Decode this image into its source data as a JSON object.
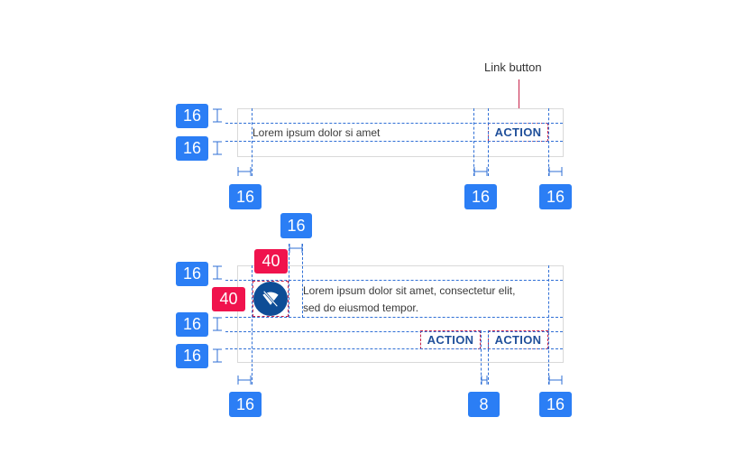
{
  "callout": {
    "label": "Link button"
  },
  "card1": {
    "text": "Lorem ipsum dolor si amet",
    "action_label": "ACTION",
    "spacing": {
      "top": "16",
      "bottom": "16",
      "left": "16",
      "gap": "16",
      "right": "16"
    }
  },
  "card2": {
    "text_line1": "Lorem ipsum dolor sit amet, consectetur elit,",
    "text_line2": "sed do eiusmod tempor.",
    "action1_label": "ACTION",
    "action2_label": "ACTION",
    "avatar": {
      "icon": "wifi-off-icon",
      "width": "40",
      "height": "40"
    },
    "spacing": {
      "icon_gap": "16",
      "top": "16",
      "middle": "16",
      "bottom": "16",
      "left": "16",
      "actions_gap": "8",
      "right": "16"
    }
  },
  "colors": {
    "badge_blue": "#2b7ef5",
    "badge_red": "#f0134d",
    "guide": "#2f6fd6",
    "outline": "#c8234a",
    "action_text": "#1f4f9a",
    "avatar": "#0e4d96"
  }
}
